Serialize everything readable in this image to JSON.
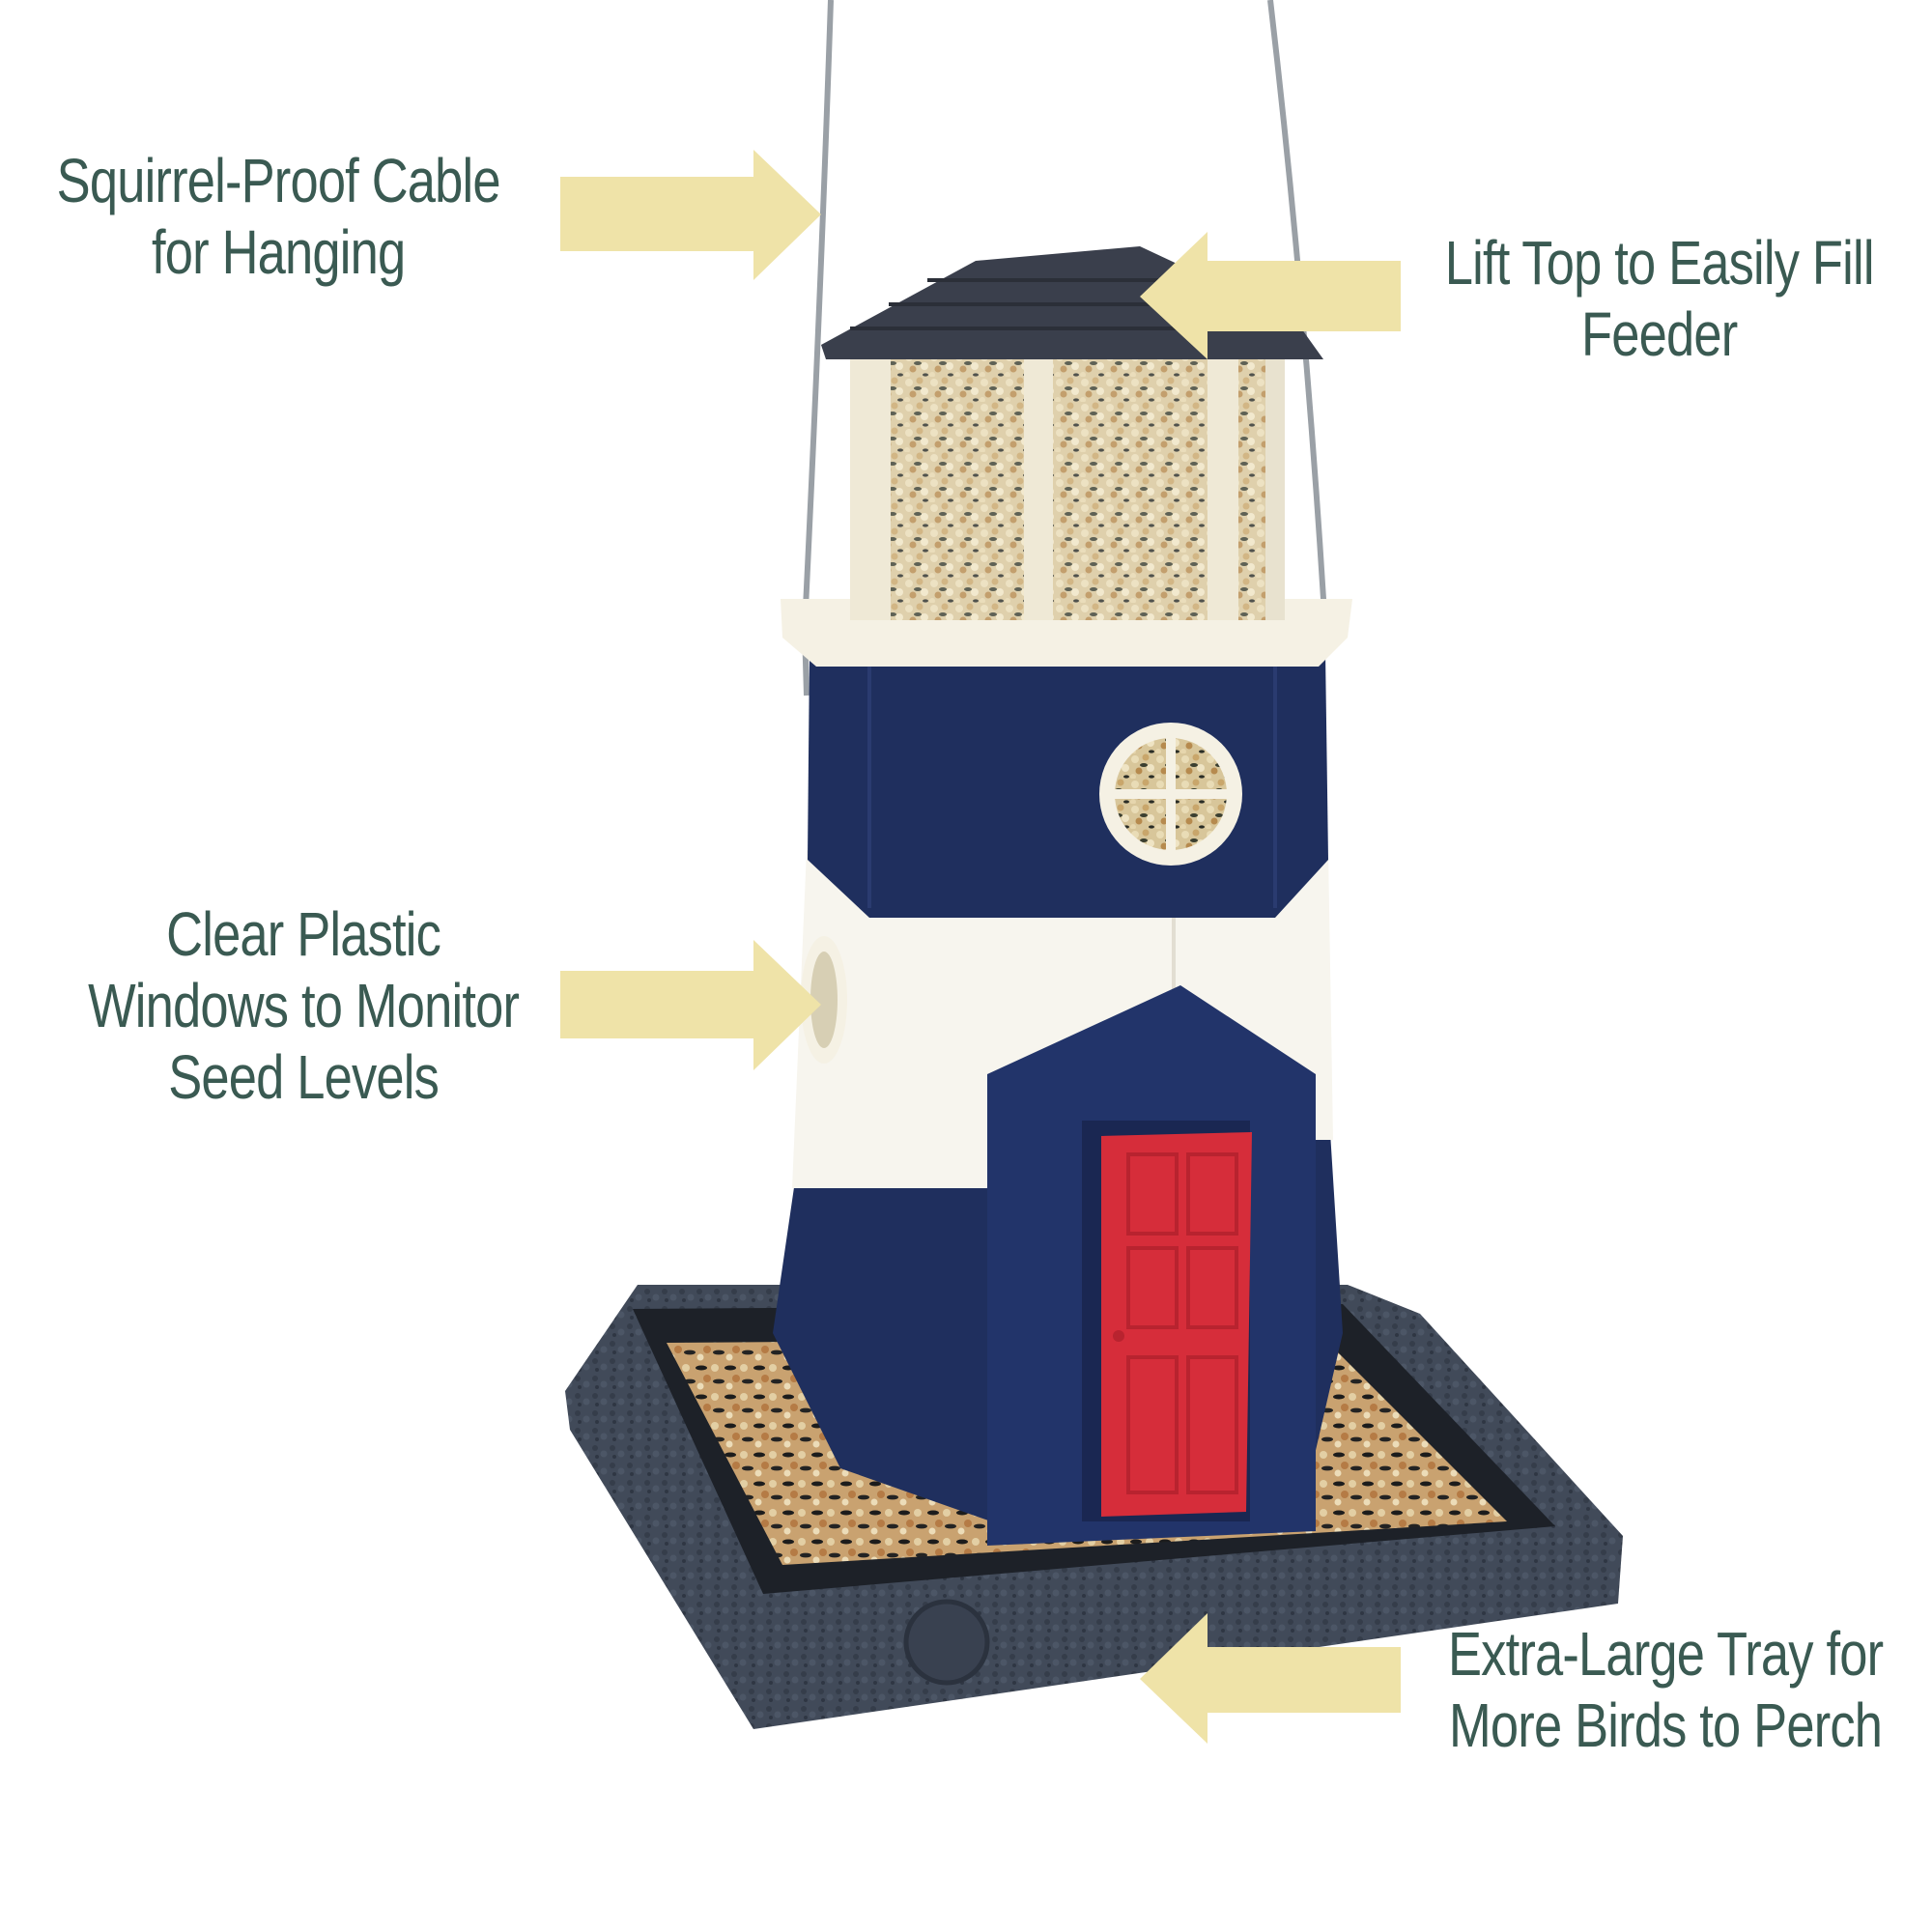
{
  "callouts": {
    "cable": {
      "line1": "Squirrel-Proof Cable",
      "line2": "for Hanging"
    },
    "lift": {
      "line1": "Lift Top to Easily Fill",
      "line2": "Feeder"
    },
    "windows": {
      "line1": "Clear Plastic",
      "line2": "Windows to Monitor",
      "line3": "Seed Levels"
    },
    "tray": {
      "line1": "Extra-Large Tray for",
      "line2": "More Birds to Perch"
    }
  },
  "colors": {
    "text": "#3a5a52",
    "arrow": "#efe3a8",
    "navy": "#1f2f5e",
    "white_band": "#f7f5ee",
    "roof": "#3a3f4c",
    "door": "#d62d3a",
    "tray": "#3e4654"
  },
  "icons": [
    "right-arrow-icon",
    "left-arrow-icon"
  ]
}
